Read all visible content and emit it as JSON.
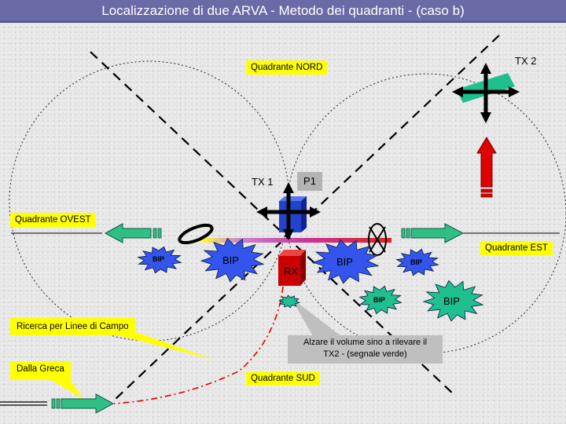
{
  "title": "Localizzazione di due ARVA  -  Metodo dei quadranti  -  (caso b)",
  "labels": {
    "nord": "Quadrante NORD",
    "ovest": "Quadrante OVEST",
    "est": "Quadrante EST",
    "sud": "Quadrante SUD",
    "ricerca": "Ricerca per Linee di Campo",
    "greca": "Dalla Greca"
  },
  "markers": {
    "tx1": "TX 1",
    "tx2": "TX 2",
    "p1": "P1",
    "rx": "RX"
  },
  "bursts": {
    "bip": "BIP"
  },
  "callout": {
    "line1": "Alzare il volume sino a rilevare il",
    "line2": "TX2  -  (segnale verde)"
  },
  "colors": {
    "title_bar": "#6a6aa6",
    "label_bg": "#ffff00",
    "tx1_burst": "#3355ee",
    "tx2_burst": "#1fbf8f",
    "arrow_green": "#2fbf86",
    "arrow_red": "#e00000",
    "rx_box": "#cc0000",
    "tx1_box": "#2244cc"
  }
}
